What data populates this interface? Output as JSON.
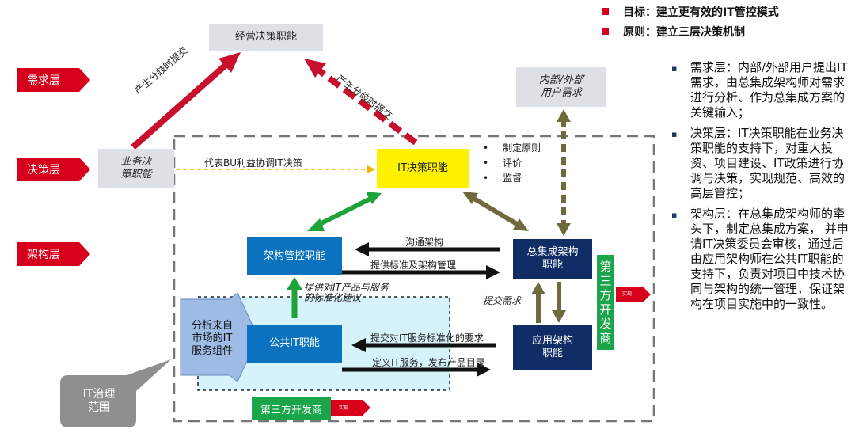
{
  "goals": [
    {
      "text": "目标：建立更有效的IT管控模式"
    },
    {
      "text": "原则：建立三层决策机制"
    }
  ],
  "layers": [
    {
      "label": "需求层"
    },
    {
      "label": "决策层"
    },
    {
      "label": "架构层"
    }
  ],
  "boxes": {
    "business_decision": "经营决策职能",
    "bu_decision": "业务决\n策职能",
    "external_needs": "内部/外部\n用户需求",
    "it_decision": "IT决策职能",
    "arch_control": "架构管控职能",
    "chief_arch": "总集成架构\n职能",
    "public_it": "公共IT职能",
    "app_arch": "应用架构\n职能",
    "analysis": "分析来自\n市场的IT\n服务组件",
    "governance": "IT治理\n范围"
  },
  "it_decision_items": [
    "制定原则",
    "评价",
    "监督"
  ],
  "arrow_labels": {
    "submit_left": "产生分歧时提交",
    "submit_right": "产生分歧时提交",
    "bu_coord": "代表BU利益协调IT决策",
    "communicate": "沟通架构",
    "provide_std": "提供标准及架构管理",
    "provide_products": "提供对IT产品与服务\n的标准化建议",
    "submit_needs": "提交需求",
    "submit_std_req": "提交对IT服务标准化的要求",
    "define_service": "定义IT服务，发布产品目录"
  },
  "third_party_vertical": "第\n三\n方\n开\n发\n商",
  "third_party_bottom": "第三方开发商",
  "realize": "实现",
  "right_points": [
    {
      "text": "需求层：内部/外部用户提出IT需求，由总集成架构师对需求进行分析、作为总集成方案的关键输入；"
    },
    {
      "text": "决策层：IT决策职能在业务决策职能的支持下，对重大投资、项目建设、IT政策进行协调与决策，实现规范、高效的高层管控；"
    },
    {
      "text": "架构层：在总集成架构师的牵头下，制定总集成方案， 并申请IT决策委员会审核，通过后由应用架构师在公共IT职能的支持下，负责对项目中技术协同与架构的统一管理，保证架构在项目实施中的一致性。"
    }
  ],
  "colors": {
    "red_accent": "#d6001c",
    "blue_box": "#0b72c0",
    "navy_box": "#102d66",
    "yellow_box": "#fff200",
    "green_tag": "#1aa54a",
    "olive_arrow": "#6f6a3e",
    "green_arrow": "#1da33a"
  }
}
